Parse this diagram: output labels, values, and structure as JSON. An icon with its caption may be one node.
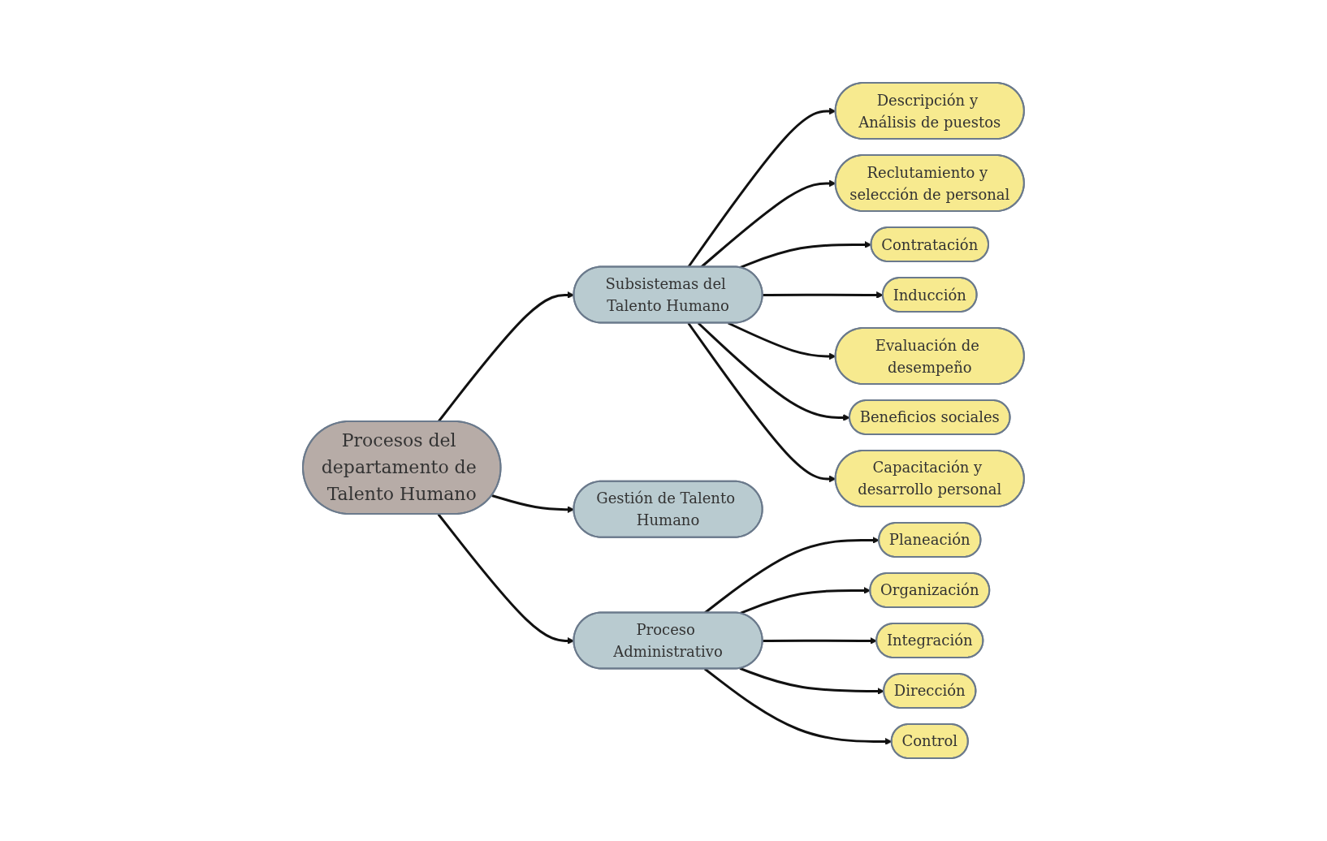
{
  "diagram": {
    "nodes": [
      {
        "text": [
          "Procesos del departamento de Talento Humano"
        ]
      },
      {
        "text": [
          "Gestión de Talento Humano"
        ]
      },
      {
        "text": [
          "Subsistemas del Talento Humano"
        ]
      },
      {
        "text": [
          "Proceso Administrativo"
        ]
      },
      {
        "text": [
          "Descripción y Análisis de puestos"
        ]
      },
      {
        "text": [
          "Reclutamiento y selección de personal"
        ]
      },
      {
        "text": [
          "Contratación"
        ]
      },
      {
        "text": [
          "Inducción"
        ]
      },
      {
        "text": [
          "Evaluación de desempeño"
        ]
      },
      {
        "text": [
          "Beneficios sociales"
        ]
      },
      {
        "text": [
          "Capacitación y desarrollo personal"
        ]
      },
      {
        "text": [
          "Planeación"
        ]
      },
      {
        "text": [
          "Organización"
        ]
      },
      {
        "text": [
          "Integración"
        ]
      },
      {
        "text": [
          "Dirección"
        ]
      },
      {
        "text": [
          "Control"
        ]
      }
    ],
    "edges": [
      {
        "from": 0,
        "to": 1,
        "arrow": "to"
      },
      {
        "from": 0,
        "to": 2,
        "arrow": "to"
      },
      {
        "from": 0,
        "to": 3,
        "arrow": "to"
      },
      {
        "from": 2,
        "to": 4,
        "arrow": "to"
      },
      {
        "from": 2,
        "to": 5,
        "arrow": "to"
      },
      {
        "from": 2,
        "to": 6,
        "arrow": "to"
      },
      {
        "from": 2,
        "to": 7,
        "arrow": "to"
      },
      {
        "from": 2,
        "to": 8,
        "arrow": "to"
      },
      {
        "from": 2,
        "to": 9,
        "arrow": "to"
      },
      {
        "from": 2,
        "to": 10,
        "arrow": "to"
      },
      {
        "from": 3,
        "to": 11,
        "arrow": "to"
      },
      {
        "from": 3,
        "to": 12,
        "arrow": "to"
      },
      {
        "from": 3,
        "to": 13,
        "arrow": "to"
      },
      {
        "from": 3,
        "to": 14,
        "arrow": "to"
      },
      {
        "from": 3,
        "to": 15,
        "arrow": "to"
      }
    ]
  }
}
